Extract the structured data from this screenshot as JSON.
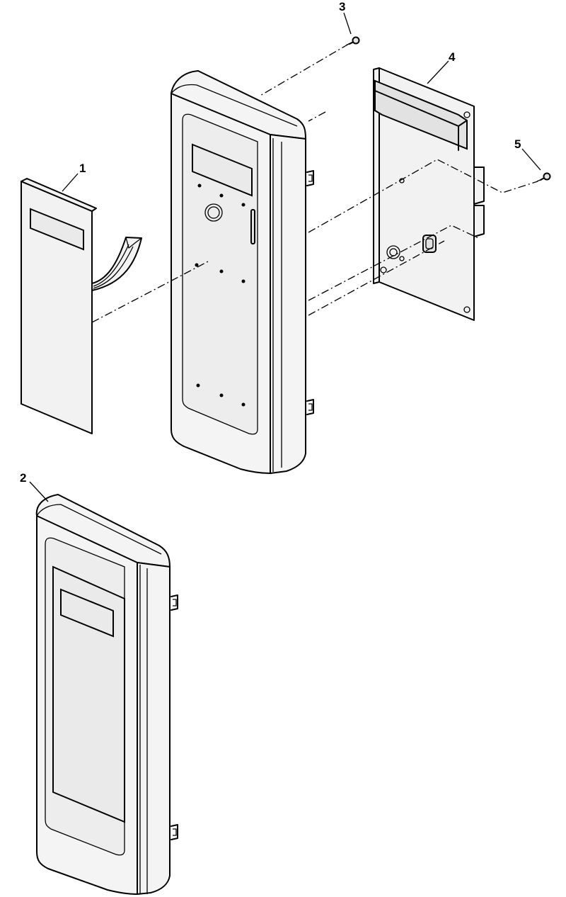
{
  "callouts": [
    {
      "id": "1",
      "text": "1"
    },
    {
      "id": "2",
      "text": "2"
    },
    {
      "id": "3",
      "text": "3"
    },
    {
      "id": "4",
      "text": "4"
    },
    {
      "id": "5",
      "text": "5"
    }
  ],
  "colors": {
    "line": "#000000",
    "fill": "#f2f2f2",
    "background": "#ffffff"
  }
}
